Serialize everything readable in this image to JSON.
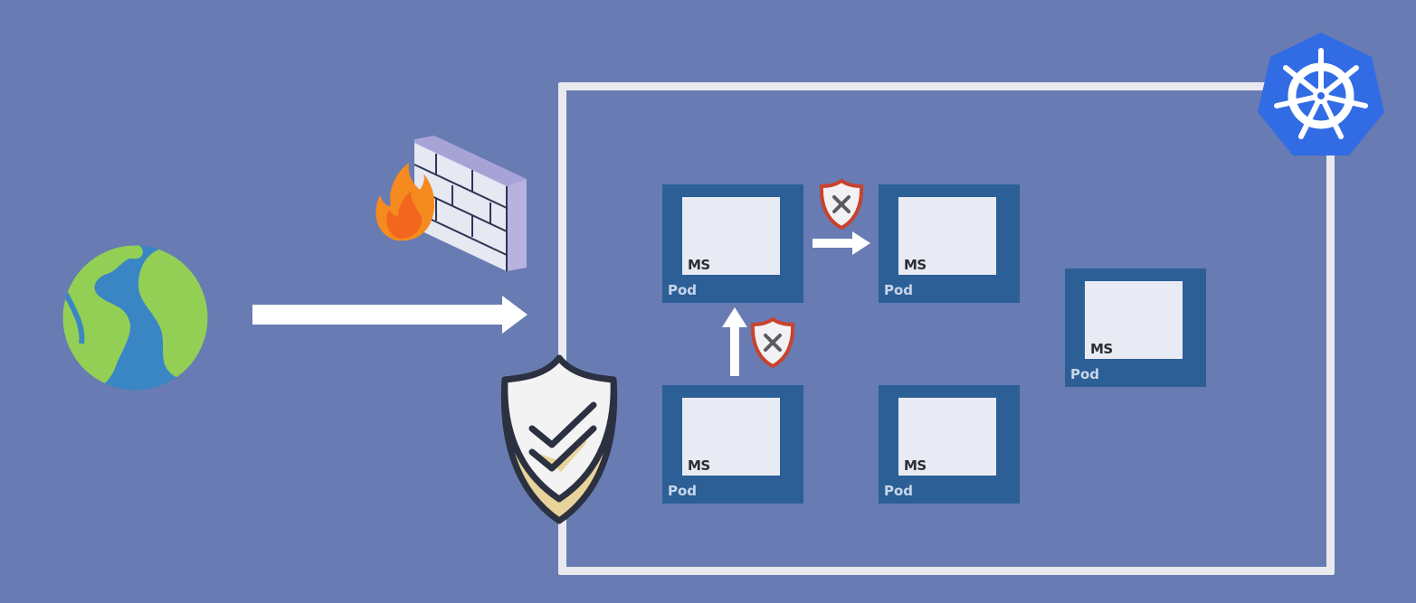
{
  "diagram": {
    "title": "Kubernetes network policy overview",
    "colors": {
      "background": "#687bb3",
      "cluster_border": "#e9e9ee",
      "pod_fill": "#2c5f96",
      "ms_fill": "#e8ebf3",
      "kubernetes_blue": "#326ce5",
      "deny_shield_red": "#c8432e",
      "arrow": "#ffffff"
    },
    "icons": {
      "internet": "globe-icon",
      "firewall": "firewall-icon",
      "security": "shield-check-icon",
      "deny": "shield-x-icon",
      "platform": "kubernetes-icon"
    },
    "pods": [
      {
        "id": "pod-top-left",
        "ms_label": "MS",
        "pod_label": "Pod"
      },
      {
        "id": "pod-top-middle",
        "ms_label": "MS",
        "pod_label": "Pod"
      },
      {
        "id": "pod-right",
        "ms_label": "MS",
        "pod_label": "Pod"
      },
      {
        "id": "pod-bottom-left",
        "ms_label": "MS",
        "pod_label": "Pod"
      },
      {
        "id": "pod-bottom-middle",
        "ms_label": "MS",
        "pod_label": "Pod"
      }
    ],
    "connections": [
      {
        "from": "internet",
        "to": "cluster",
        "status": "allowed"
      },
      {
        "from": "pod-top-left",
        "to": "pod-top-middle",
        "status": "denied"
      },
      {
        "from": "pod-bottom-left",
        "to": "pod-top-left",
        "status": "denied"
      }
    ]
  }
}
